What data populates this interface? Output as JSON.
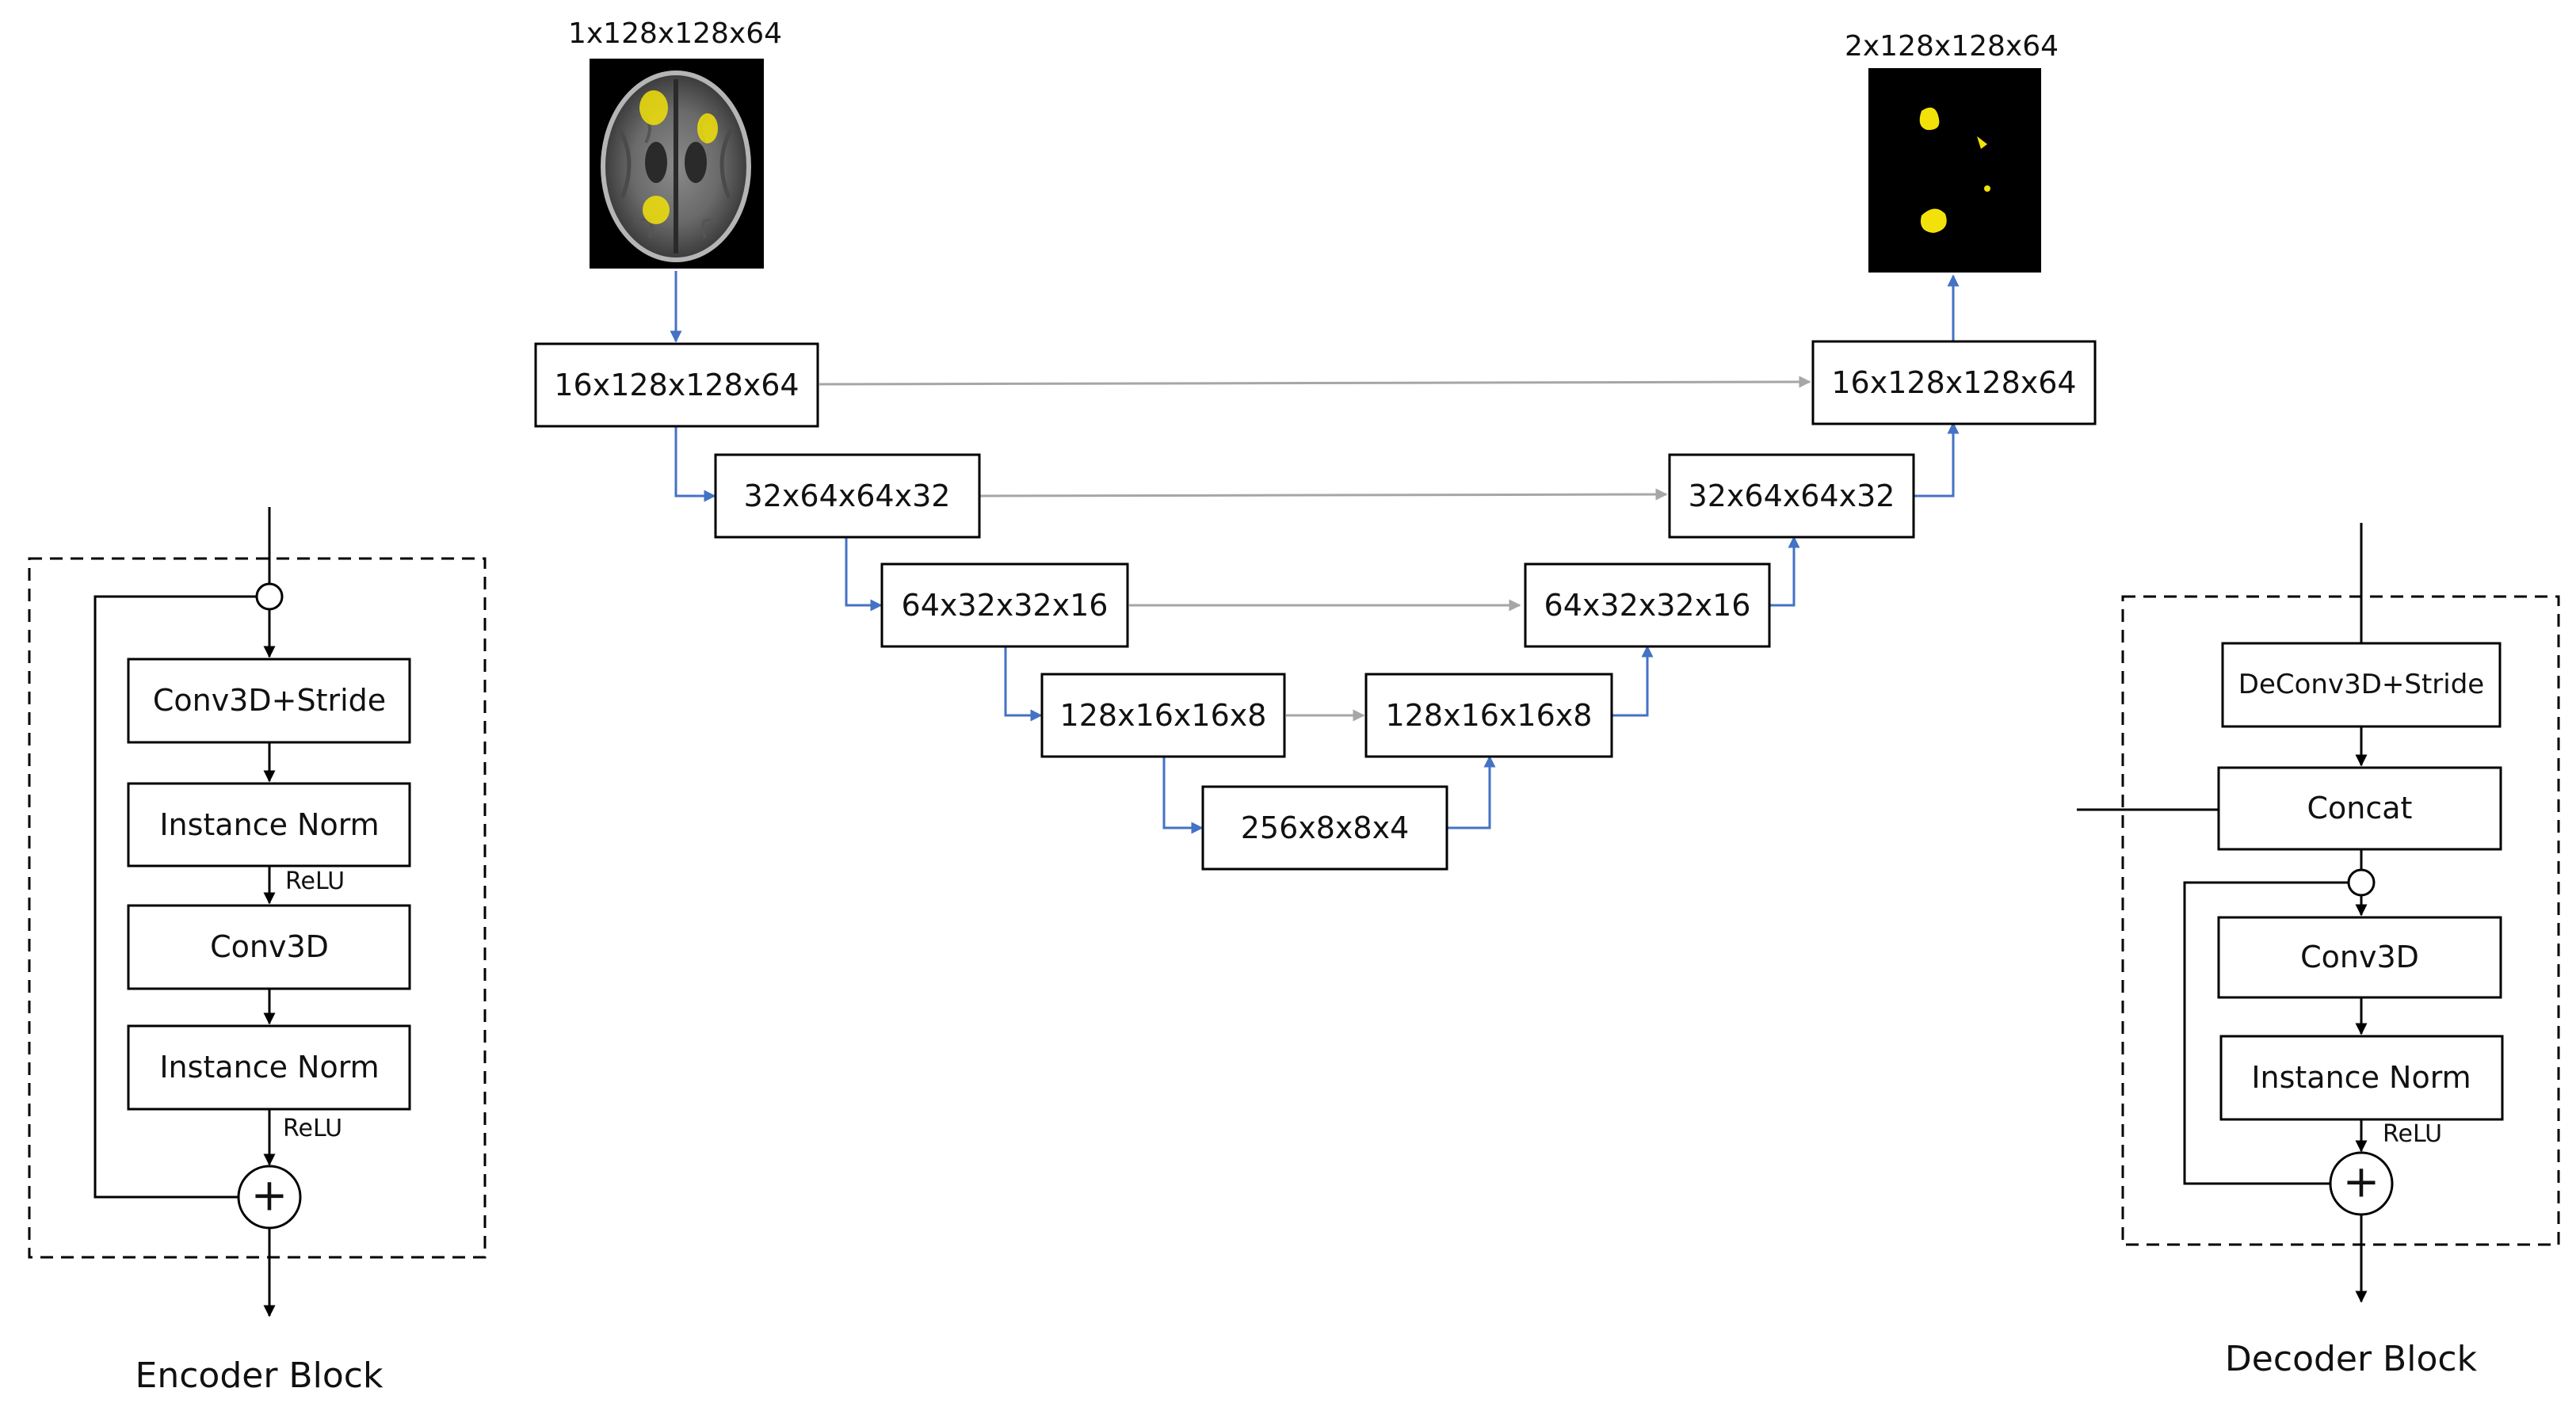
{
  "input_label": "1x128x128x64",
  "output_label": "2x128x128x64",
  "unet": {
    "encoder": {
      "e1": "16x128x128x64",
      "e2": "32x64x64x32",
      "e3": "64x32x32x16",
      "e4": "128x16x16x8"
    },
    "bottleneck": "256x8x8x4",
    "decoder": {
      "d4": "128x16x16x8",
      "d3": "64x32x32x16",
      "d2": "32x64x64x32",
      "d1": "16x128x128x64"
    }
  },
  "encoder_block": {
    "caption": "Encoder Block",
    "conv_stride": "Conv3D+Stride",
    "norm1": "Instance Norm",
    "relu1": "ReLU",
    "conv": "Conv3D",
    "norm2": "Instance Norm",
    "relu2": "ReLU",
    "add_symbol": "+"
  },
  "decoder_block": {
    "caption": "Decoder Block",
    "deconv_stride": "DeConv3D+Stride",
    "concat": "Concat",
    "conv": "Conv3D",
    "norm": "Instance Norm",
    "relu": "ReLU",
    "add_symbol": "+"
  },
  "colors": {
    "down_arrow": "#4472c4",
    "skip_arrow": "#a6a6a6",
    "lesion": "#f2e20a",
    "mask_background": "#000000",
    "line": "#000000"
  },
  "icons": {
    "input": "brain-mri-image",
    "output": "segmentation-mask-image"
  }
}
